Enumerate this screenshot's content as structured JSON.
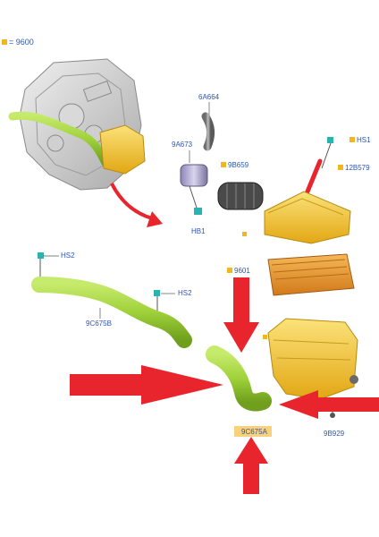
{
  "legend": {
    "text": "= 9600",
    "swatch_color": "#f2b71c"
  },
  "labels": {
    "p6A664": "6A664",
    "p9A673": "9A673",
    "p9B659": "9B659",
    "pHB1": "HB1",
    "pHS1": "HS1",
    "p12B579": "12B579",
    "p9601": "9601",
    "pHS2a": "HS2",
    "pHS2b": "HS2",
    "p9C675B": "9C675B",
    "p9C675A": "9C675A",
    "p9B929": "9B929"
  },
  "colors": {
    "label_blue": "#2a55b8",
    "chip_yellow": "#f2b71c",
    "arrow_red": "#e8242c",
    "hose_green": "#9fd13a",
    "airbox_yellow": "#f5c53a",
    "filter_orange": "#e89a2c",
    "connector_teal": "#2bb3b0"
  }
}
